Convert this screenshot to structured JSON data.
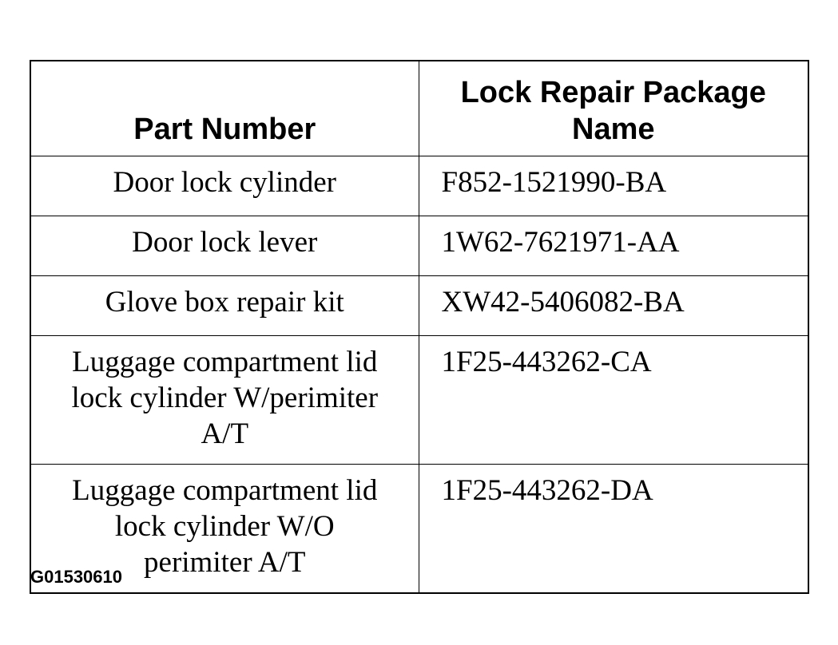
{
  "table": {
    "headers": {
      "col1": "Part Number",
      "col2_line1": "Lock Repair Package",
      "col2_line2": "Name"
    },
    "rows": [
      {
        "name": [
          "Door lock cylinder"
        ],
        "number": "F852-1521990-BA"
      },
      {
        "name": [
          "Door lock lever"
        ],
        "number": "1W62-7621971-AA"
      },
      {
        "name": [
          "Glove box repair kit"
        ],
        "number": "XW42-5406082-BA"
      },
      {
        "name": [
          "Luggage compartment lid",
          "lock cylinder W/perimiter",
          "A/T"
        ],
        "number": "1F25-443262-CA"
      },
      {
        "name": [
          "Luggage compartment lid",
          "lock cylinder W/O",
          "perimiter A/T"
        ],
        "number": "1F25-443262-DA"
      }
    ]
  },
  "figure_id": "G01530610"
}
